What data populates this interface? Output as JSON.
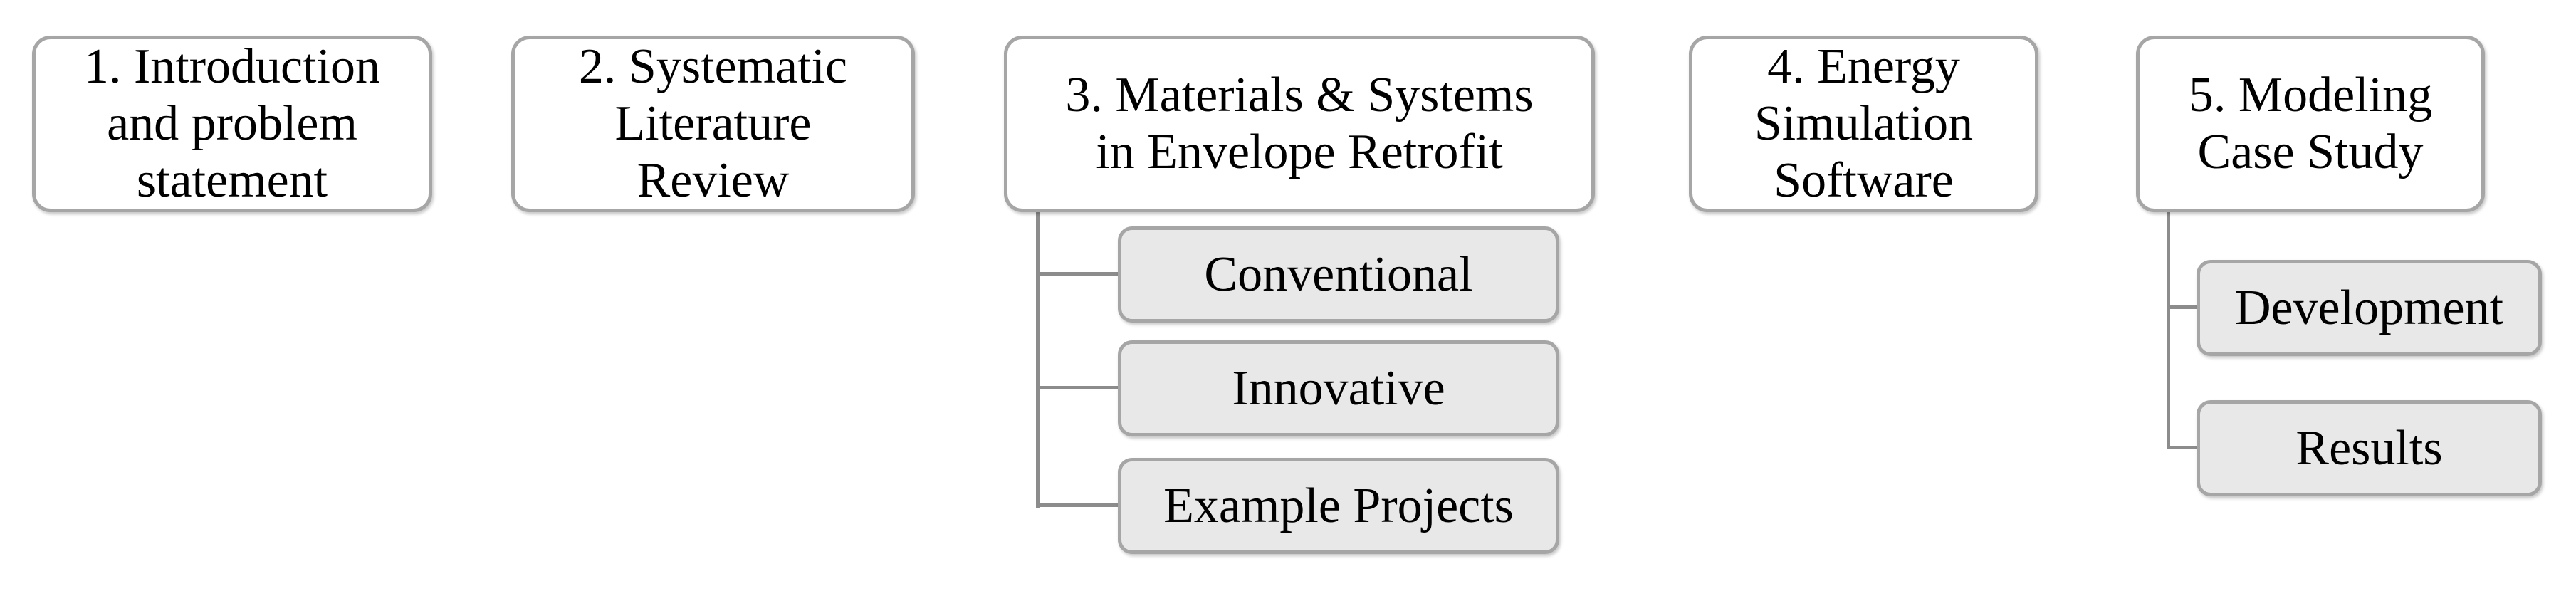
{
  "figure": {
    "type": "hierarchy-flowchart",
    "chapters": [
      {
        "label": "1. Introduction and problem statement",
        "label_lines": [
          "1. Introduction",
          "and problem",
          "statement"
        ],
        "children": []
      },
      {
        "label": "2. Systematic Literature Review",
        "label_lines": [
          "2. Systematic",
          "Literature",
          "Review"
        ],
        "children": []
      },
      {
        "label": "3. Materials & Systems in Envelope Retrofit",
        "label_lines": [
          "3. Materials & Systems",
          "in Envelope Retrofit"
        ],
        "children": [
          "Conventional",
          "Innovative",
          "Example Projects"
        ]
      },
      {
        "label": "4. Energy Simulation Software",
        "label_lines": [
          "4. Energy",
          "Simulation",
          "Software"
        ],
        "children": []
      },
      {
        "label": "5. Modeling Case Study",
        "label_lines": [
          "5. Modeling",
          "Case Study"
        ],
        "children": [
          "Development",
          "Results"
        ]
      }
    ],
    "colors": {
      "box_border": "#a6a6a6",
      "connector": "#8c8c8c",
      "child_fill": "#e8e8e8",
      "main_fill": "#ffffff",
      "text": "#000000",
      "background": "#ffffff"
    }
  }
}
